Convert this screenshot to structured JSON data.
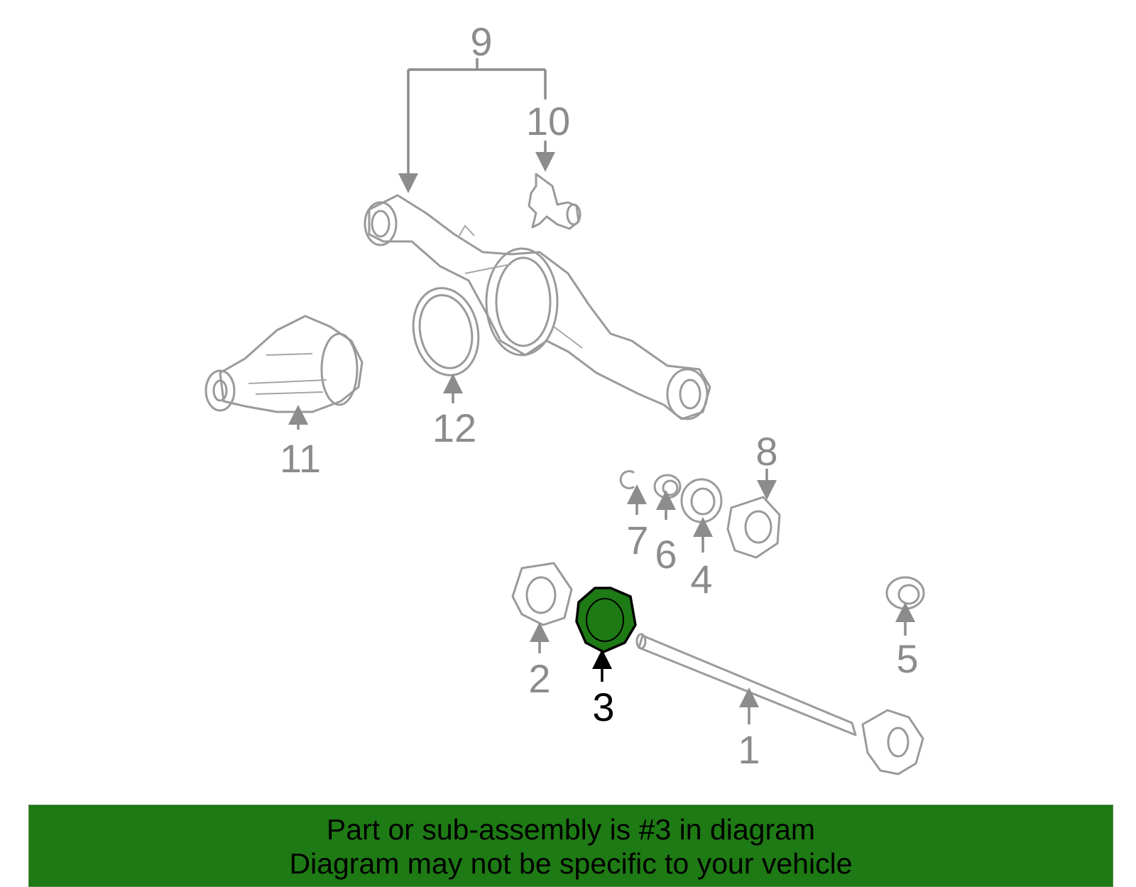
{
  "diagram": {
    "callouts": [
      {
        "id": "1",
        "label": "1",
        "highlight": false
      },
      {
        "id": "2",
        "label": "2",
        "highlight": false
      },
      {
        "id": "3",
        "label": "3",
        "highlight": true
      },
      {
        "id": "4",
        "label": "4",
        "highlight": false
      },
      {
        "id": "5",
        "label": "5",
        "highlight": false
      },
      {
        "id": "6",
        "label": "6",
        "highlight": false
      },
      {
        "id": "7",
        "label": "7",
        "highlight": false
      },
      {
        "id": "8",
        "label": "8",
        "highlight": false
      },
      {
        "id": "9",
        "label": "9",
        "highlight": false
      },
      {
        "id": "10",
        "label": "10",
        "highlight": false
      },
      {
        "id": "11",
        "label": "11",
        "highlight": false
      },
      {
        "id": "12",
        "label": "12",
        "highlight": false
      }
    ],
    "highlight_color": "#1e7a14",
    "part_color": "#9a9a9a"
  },
  "banner": {
    "line1": "Part or sub-assembly is #3 in diagram",
    "line2": "Diagram may not be specific to your vehicle",
    "background": "#1e7a14"
  }
}
